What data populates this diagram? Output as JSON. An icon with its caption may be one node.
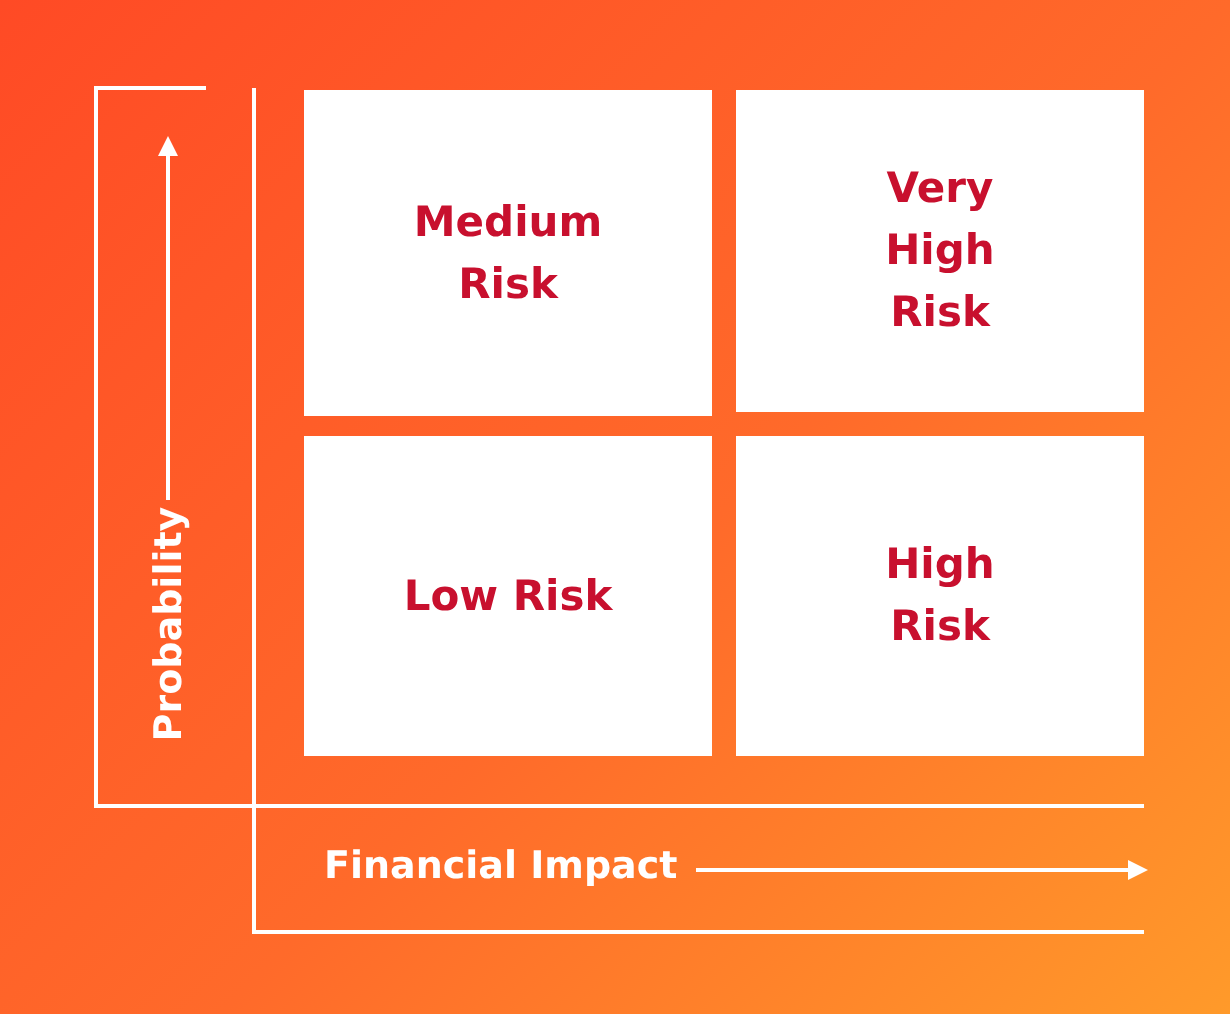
{
  "diagram": {
    "nodes": [
      {
        "text": [
          "Medium Risk"
        ]
      },
      {
        "text": [
          "Very High Risk"
        ]
      },
      {
        "text": [
          "Low Risk"
        ]
      },
      {
        "text": [
          "High Risk"
        ]
      }
    ],
    "edges": [],
    "labels": [
      "Probability",
      "Financial Impact"
    ]
  }
}
